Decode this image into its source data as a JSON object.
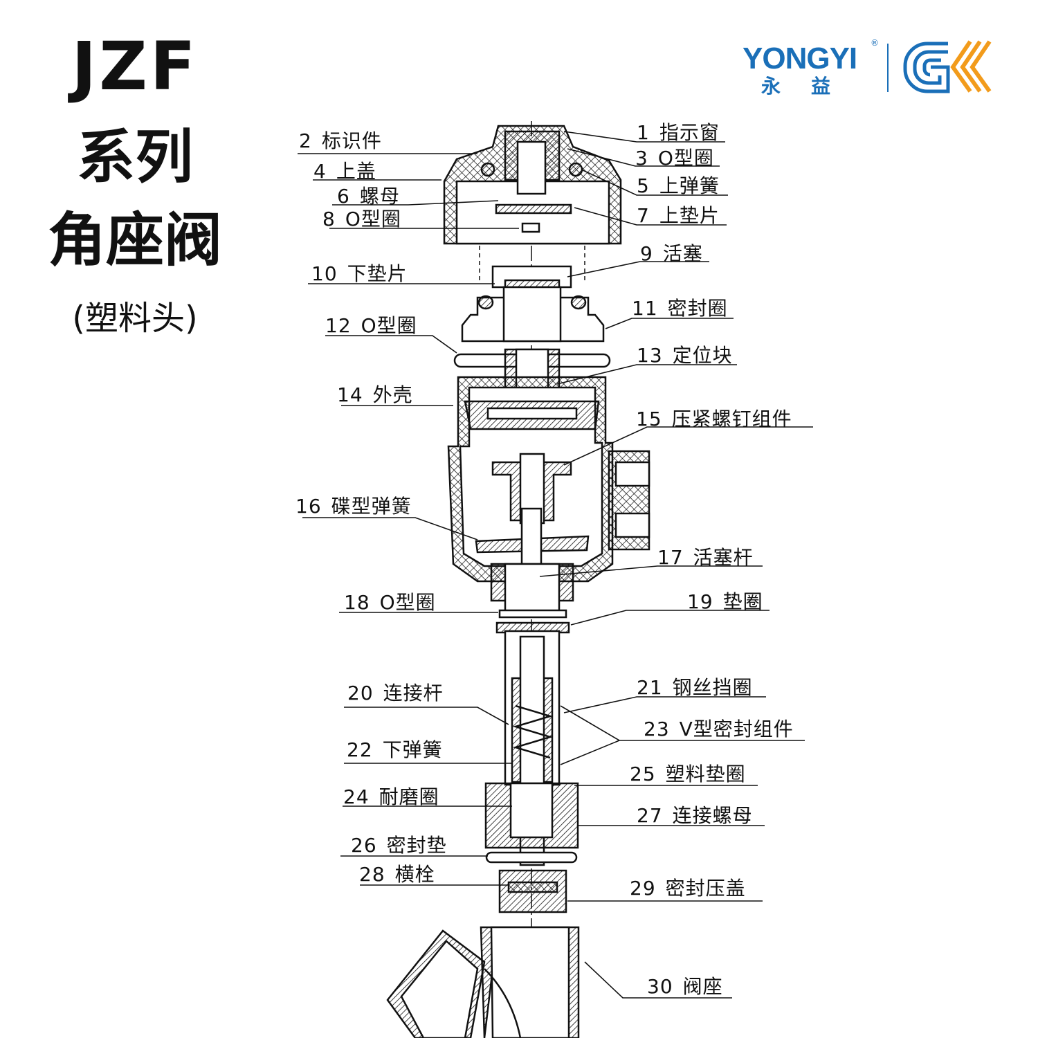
{
  "title": {
    "model": "JZF",
    "series": "系列",
    "product": "角座阀",
    "subtitle": "(塑料头)"
  },
  "logo": {
    "brand": "YONGYI",
    "brand_cn": "永益",
    "registered": "®",
    "mark": "GK"
  },
  "colors": {
    "brand_blue": "#1a6fb8",
    "brand_orange": "#f29b1b",
    "line": "#111111"
  },
  "parts": [
    {
      "no": "1",
      "name": "指示窗"
    },
    {
      "no": "2",
      "name": "标识件"
    },
    {
      "no": "3",
      "name": "O型圈"
    },
    {
      "no": "4",
      "name": "上盖"
    },
    {
      "no": "5",
      "name": "上弹簧"
    },
    {
      "no": "6",
      "name": "螺母"
    },
    {
      "no": "7",
      "name": "上垫片"
    },
    {
      "no": "8",
      "name": "O型圈"
    },
    {
      "no": "9",
      "name": "活塞"
    },
    {
      "no": "10",
      "name": "下垫片"
    },
    {
      "no": "11",
      "name": "密封圈"
    },
    {
      "no": "12",
      "name": "O型圈"
    },
    {
      "no": "13",
      "name": "定位块"
    },
    {
      "no": "14",
      "name": "外壳"
    },
    {
      "no": "15",
      "name": "压紧螺钉组件"
    },
    {
      "no": "16",
      "name": "碟型弹簧"
    },
    {
      "no": "17",
      "name": "活塞杆"
    },
    {
      "no": "18",
      "name": "O型圈"
    },
    {
      "no": "19",
      "name": "垫圈"
    },
    {
      "no": "20",
      "name": "连接杆"
    },
    {
      "no": "21",
      "name": "钢丝挡圈"
    },
    {
      "no": "22",
      "name": "下弹簧"
    },
    {
      "no": "23",
      "name": "V型密封组件"
    },
    {
      "no": "24",
      "name": "耐磨圈"
    },
    {
      "no": "25",
      "name": "塑料垫圈"
    },
    {
      "no": "26",
      "name": "密封垫"
    },
    {
      "no": "27",
      "name": "连接螺母"
    },
    {
      "no": "28",
      "name": "横栓"
    },
    {
      "no": "29",
      "name": "密封压盖"
    },
    {
      "no": "30",
      "name": "阀座"
    }
  ]
}
